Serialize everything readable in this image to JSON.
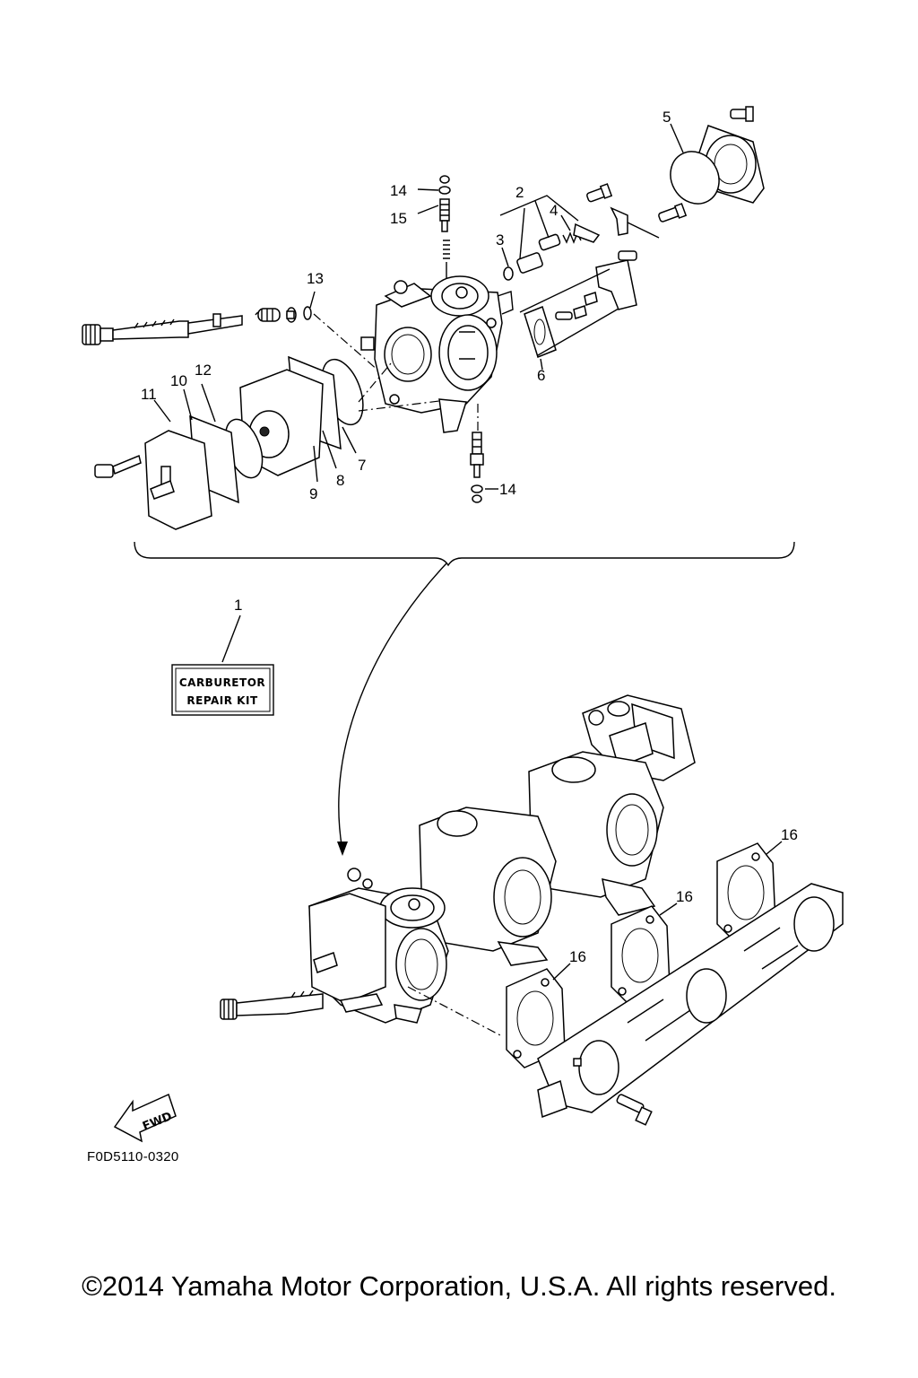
{
  "callouts": {
    "c1": "1",
    "c2": "2",
    "c3": "3",
    "c4": "4",
    "c5": "5",
    "c6": "6",
    "c7": "7",
    "c8": "8",
    "c9": "9",
    "c10": "10",
    "c11": "11",
    "c12": "12",
    "c13": "13",
    "c14a": "14",
    "c14b": "14",
    "c15": "15",
    "c16a": "16",
    "c16b": "16",
    "c16c": "16"
  },
  "kit_label": {
    "line1": "CARBURETOR",
    "line2": "REPAIR KIT"
  },
  "fwd_label": "FWD",
  "diagram_code": "F0D5110-0320",
  "copyright": "©2014 Yamaha Motor Corporation, U.S.A. All rights reserved."
}
